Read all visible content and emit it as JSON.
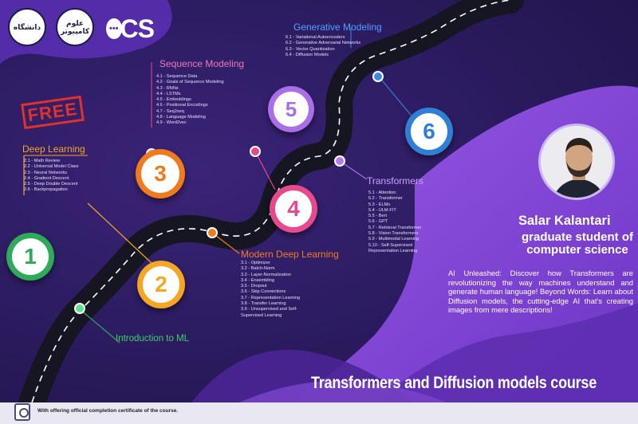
{
  "logos": {
    "university_1": "دانشگاه",
    "university_2": "علوم کامپیوتر",
    "brand": "CS"
  },
  "free_stamp": "FREE",
  "sections": {
    "intro": {
      "number": "1",
      "title": "Introduction to ML",
      "color": "#2faa58"
    },
    "deep": {
      "number": "2",
      "title": "Deep Learning",
      "color": "#f5a623",
      "items": [
        "2.1 - Math Review",
        "2.2 - Universal Model Class",
        "2.3 - Neural Networks",
        "2.4 - Gradient Descent",
        "2.5 - Deep Double Descent",
        "2.6 - Backpropagation"
      ]
    },
    "modern": {
      "number": "3",
      "title": "Modern Deep Learning",
      "color": "#f07b1e",
      "items": [
        "3.1 - Optimizer",
        "3.2 - Batch-Norm",
        "3.3 - Layer-Normalization",
        "3.4 - Ensembling",
        "3.5 - Dropout",
        "3.6 - Skip Connections",
        "3.7 - Representation Learning",
        "3.8 - Transfer Learning",
        "3.9 - Unsupervised and Self-Supervised Learning"
      ]
    },
    "sequence": {
      "number": "4",
      "title": "Sequence Modeling",
      "color": "#e64a8c",
      "items": [
        "4.1 - Sequence Data",
        "4.2 - Goals of Sequence Modeling",
        "4.3 - RNNs",
        "4.4 - LSTMs",
        "4.5 - Embeddings",
        "4.6 - Positional Encodings",
        "4.7 - Seq2seq",
        "4.8 - Language Modeling",
        "4.9 - Word2vec"
      ]
    },
    "transformers": {
      "number": "5",
      "title": "Transformers",
      "color": "#a96ee8",
      "items": [
        "5.1 - Attention",
        "5.2 - Transformer",
        "5.3 - ELMo",
        "5.4 - ULM-FIT",
        "5.5 - Bert",
        "5.6 - GPT",
        "5.7 - Retrieval Transformer",
        "5.8 - Vision Transformers",
        "5.9 - Multimodal Learning",
        "5.10 - Self-Supervised Representation Learning"
      ]
    },
    "generative": {
      "number": "6",
      "title": "Generative Modeling",
      "color": "#2f7fd6",
      "items": [
        "6.1 - Variational Autoencoders",
        "6.2 - Generative Adversarial Networks",
        "6.3 - Vector Quantization",
        "6.4 - Diffusion Models"
      ]
    }
  },
  "instructor": {
    "name": "Salar Kalantari",
    "role": "graduate student of computer science"
  },
  "description": "AI Unleashed: Discover how Transformers are revolutionizing the way machines understand and generate human language! Beyond Words: Learn about Diffusion models, the cutting-edge AI that's creating images from mere descriptions!",
  "course_title": "Transformers and Diffusion models course",
  "footer": "With offering official completion certificate of the course."
}
